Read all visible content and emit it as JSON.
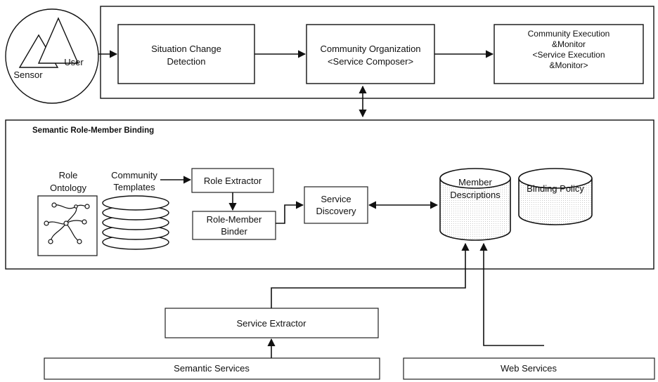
{
  "actors": {
    "sensor": "Sensor",
    "user": "User"
  },
  "top": {
    "situation_change": [
      "Situation Change",
      "Detection"
    ],
    "community_organization": [
      "Community Organization",
      "<Service Composer>"
    ],
    "community_execution": [
      "Community Execution",
      "&Monitor",
      "<Service Execution",
      "&Monitor>"
    ]
  },
  "binding_panel": {
    "title": "Semantic Role-Member Binding",
    "role_ontology": [
      "Role",
      "Ontology"
    ],
    "community_templates": [
      "Community",
      "Templates"
    ],
    "role_extractor": "Role Extractor",
    "role_member_binder": [
      "Role-Member",
      "Binder"
    ],
    "service_discovery": [
      "Service",
      "Discovery"
    ],
    "member_descriptions": [
      "Member",
      "Descriptions"
    ],
    "binding_policy": "Binding Policy"
  },
  "bottom": {
    "service_extractor": "Service Extractor",
    "semantic_services": "Semantic Services",
    "web_services": "Web Services"
  }
}
